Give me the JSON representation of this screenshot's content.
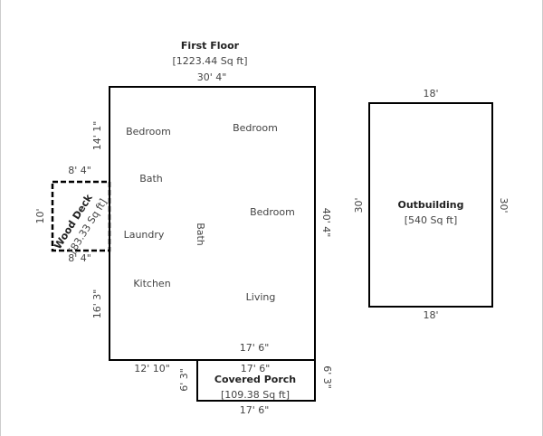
{
  "first_floor": {
    "title": "First Floor",
    "area": "[1223.44 Sq ft]",
    "dim_top": "30' 4\"",
    "dim_left_top": "14' 1\"",
    "dim_left_bottom": "16' 3\"",
    "dim_right": "40' 4\"",
    "dim_bottom_inner": "17' 6\"",
    "dim_bottom_left": "12' 10\"",
    "rooms": {
      "bedroom_1": "Bedroom",
      "bedroom_2": "Bedroom",
      "bedroom_3": "Bedroom",
      "bath_1": "Bath",
      "bath_2": "Bath",
      "laundry": "Laundry",
      "kitchen": "Kitchen",
      "living": "Living"
    }
  },
  "wood_deck": {
    "title": "Wood Deck",
    "area": "[83.33 Sq ft]",
    "dim_top": "8' 4\"",
    "dim_left": "10'",
    "dim_bottom": "8' 4\""
  },
  "covered_porch": {
    "title": "Covered Porch",
    "area": "[109.38 Sq ft]",
    "dim_top": "17' 6\"",
    "dim_bottom": "17' 6\"",
    "dim_left": "6' 3\"",
    "dim_right": "6' 3\""
  },
  "outbuilding": {
    "title": "Outbuilding",
    "area": "[540 Sq ft]",
    "dim_top": "18'",
    "dim_bottom": "18'",
    "dim_left": "30'",
    "dim_right": "30'"
  }
}
